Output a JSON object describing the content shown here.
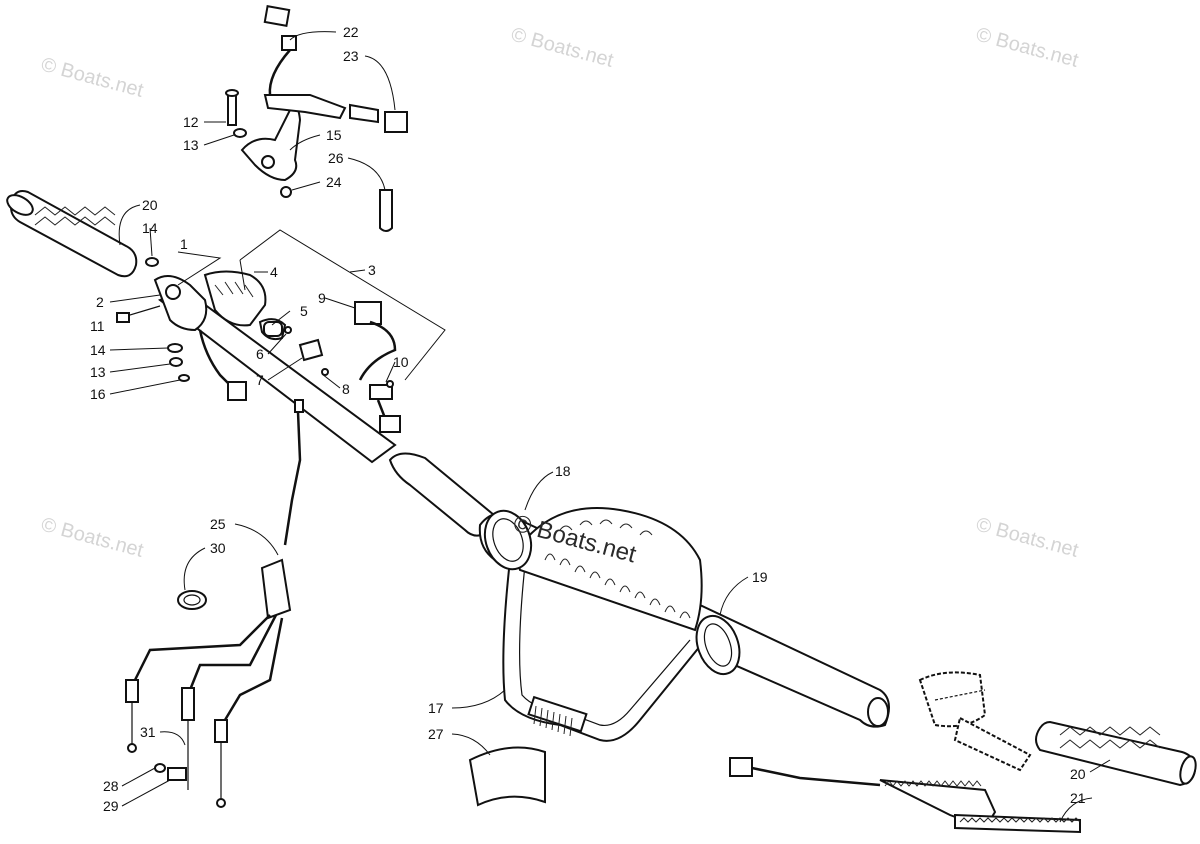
{
  "watermarks": {
    "top_left": "© Boats.net",
    "top_center": "© Boats.net",
    "top_right": "© Boats.net",
    "mid_left": "© Boats.net",
    "mid_right": "© Boats.net",
    "center": "© Boats.net"
  },
  "callouts": {
    "c22": "22",
    "c23": "23",
    "c12": "12",
    "c13a": "13",
    "c15": "15",
    "c26": "26",
    "c24": "24",
    "c20a": "20",
    "c14a": "14",
    "c1": "1",
    "c4": "4",
    "c3": "3",
    "c2": "2",
    "c9": "9",
    "c11": "11",
    "c5": "5",
    "c14b": "14",
    "c6": "6",
    "c13b": "13",
    "c10": "10",
    "c16": "16",
    "c7": "7",
    "c8": "8",
    "c18": "18",
    "c25": "25",
    "c30": "30",
    "c19": "19",
    "c17": "17",
    "c27": "27",
    "c31": "31",
    "c20b": "20",
    "c21": "21",
    "c28": "28",
    "c29": "29"
  }
}
